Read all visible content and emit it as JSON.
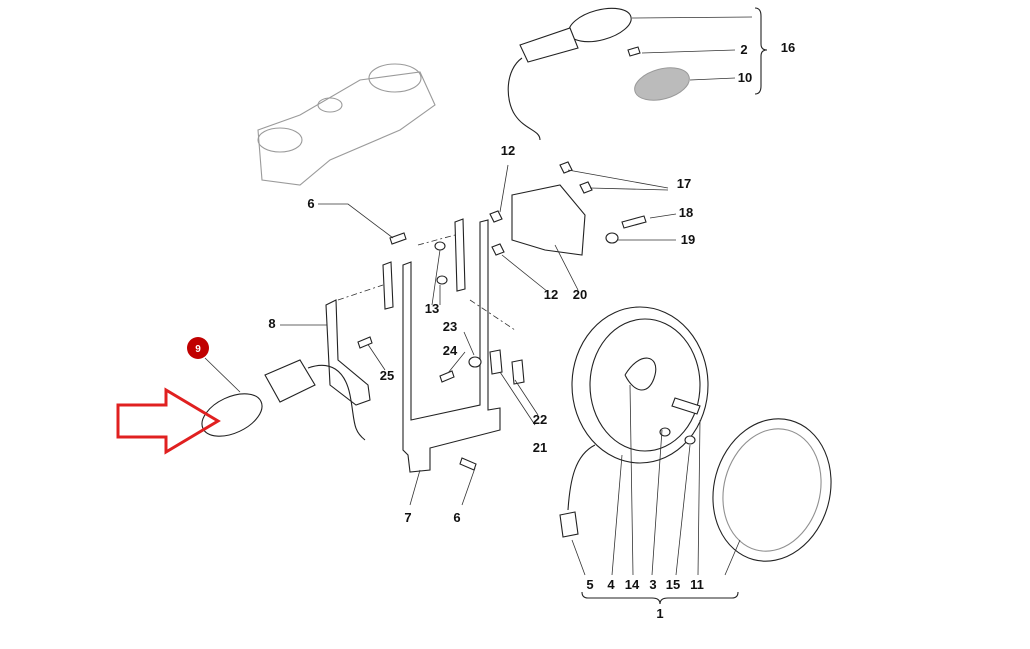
{
  "diagram": {
    "callouts": {
      "c16": "16",
      "c2": "2",
      "c10": "10",
      "c17": "17",
      "c12a": "12",
      "c18": "18",
      "c19": "19",
      "c6a": "6",
      "c12b": "12",
      "c20": "20",
      "c13": "13",
      "c8": "8",
      "c23": "23",
      "c24": "24",
      "c25": "25",
      "c22": "22",
      "c21": "21",
      "c7": "7",
      "c6b": "6",
      "c5": "5",
      "c4": "4",
      "c14": "14",
      "c3": "3",
      "c15": "15",
      "c11": "11",
      "c1": "1"
    },
    "highlight": {
      "label": "9",
      "color": "#c00000"
    },
    "arrow": {
      "color": "#e02020",
      "direction": "right"
    }
  }
}
